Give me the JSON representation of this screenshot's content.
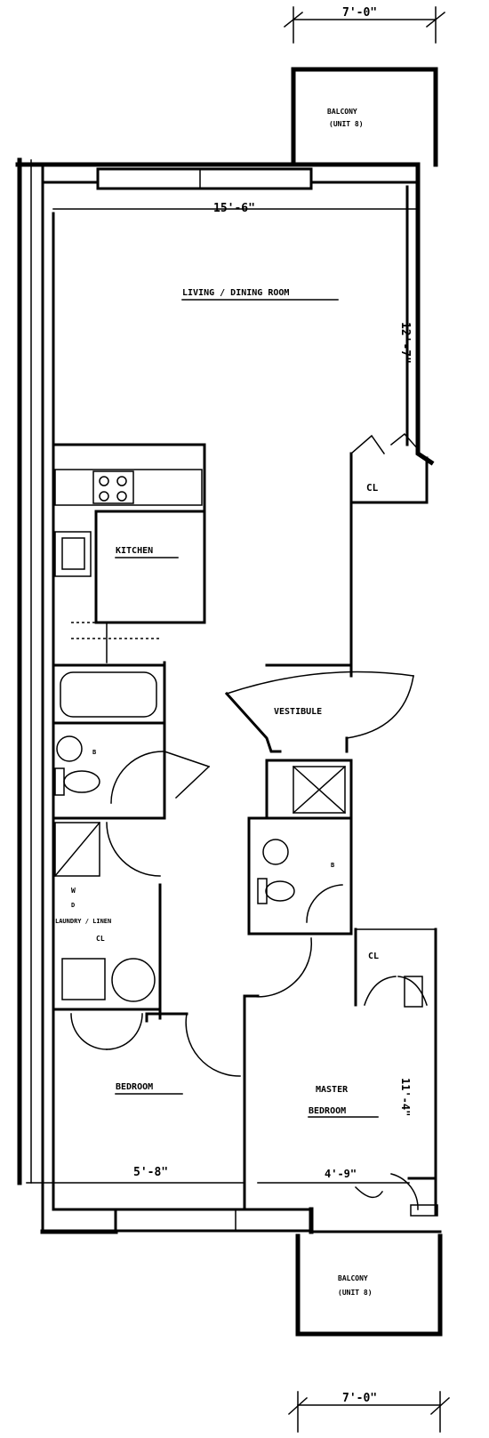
{
  "rooms": {
    "balcony_top": [
      "BALCONY",
      "(UNIT 8)"
    ],
    "living": "LIVING / DINING ROOM",
    "kitchen": "KITCHEN",
    "closet_living": "CL",
    "vestibule": "VESTIBULE",
    "laundry": [
      "W",
      "D",
      "LAUNDRY / LINEN",
      "CL"
    ],
    "bedroom": "BEDROOM",
    "master": [
      "MASTER",
      "BEDROOM"
    ],
    "closet_master": "CL",
    "balcony_bottom": [
      "BALCONY",
      "(UNIT 8)"
    ]
  },
  "dimensions": {
    "balcony_top_width": "7'-0\"",
    "living_width": "15'-6\"",
    "living_depth": "12'-7\"",
    "bedroom_width": "5'-8\"",
    "master_width": "11'-4\"",
    "master_small": "4'-9\"",
    "balcony_bottom_width": "7'-0\""
  }
}
